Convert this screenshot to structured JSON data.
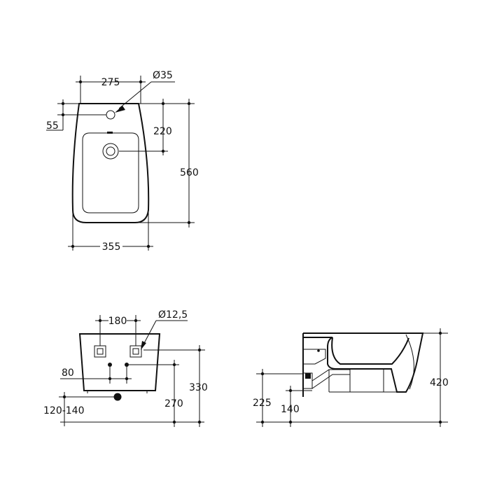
{
  "top_view": {
    "dims": {
      "width_holes": "275",
      "hole_diameter": "Ø35",
      "edge_offset": "55",
      "depth_to_tap": "220",
      "total_depth": "560",
      "total_width": "355"
    }
  },
  "back_view": {
    "dims": {
      "bolt_spacing": "180",
      "bolt_diameter": "Ø12,5",
      "bolt_offset": "80",
      "pipe_height": "120-140",
      "bolt_height_low": "270",
      "bolt_height_high": "330"
    }
  },
  "side_view": {
    "dims": {
      "total_height": "420",
      "waste_height": "225",
      "waste_offset": "140"
    }
  }
}
